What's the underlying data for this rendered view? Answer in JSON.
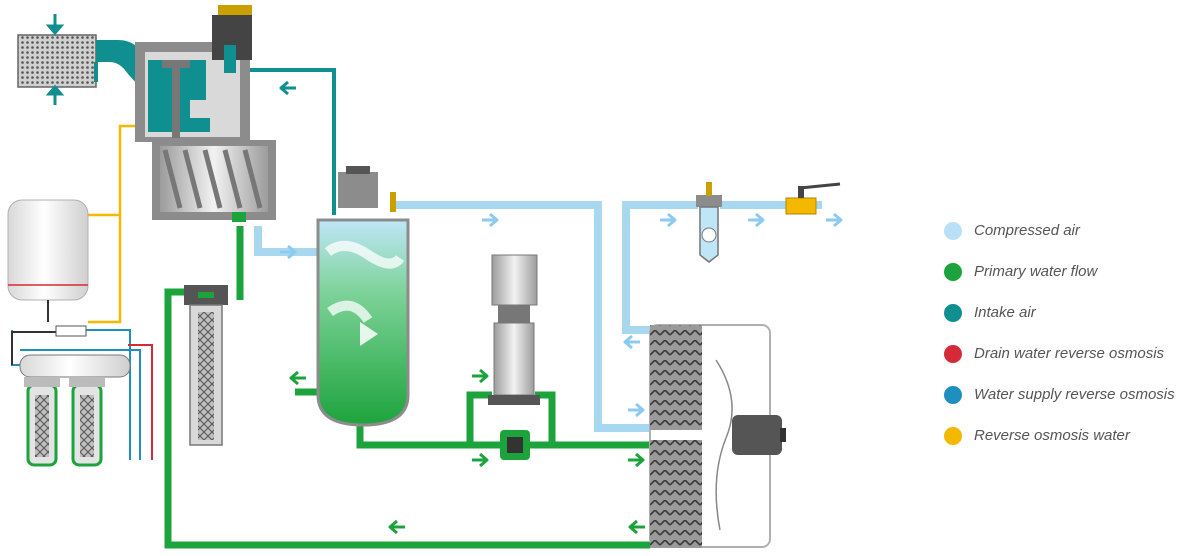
{
  "legend": {
    "items": [
      {
        "label": "Compressed air",
        "color": "#b9e0f5"
      },
      {
        "label": "Primary water flow",
        "color": "#1da33c"
      },
      {
        "label": "Intake air",
        "color": "#0f8f8f"
      },
      {
        "label": "Drain water reverse osmosis",
        "color": "#d42b36"
      },
      {
        "label": "Water supply reverse osmosis",
        "color": "#1f8fbf"
      },
      {
        "label": "Reverse osmosis water",
        "color": "#f5b800"
      }
    ]
  },
  "colors": {
    "compressed_air_pipe": "#a7d8f0",
    "compressed_air_arrow": "#8ccbef",
    "primary_water": "#1da33c",
    "intake_air": "#0f8f8f",
    "drain_water": "#d42b36",
    "water_supply": "#1f8fbf",
    "ro_water": "#f5b800",
    "housing_gray": "#8c8c8c",
    "housing_light": "#d9d9d9",
    "dark_metal": "#444444"
  },
  "icons": {
    "intake_filter": "air-intake-filter-icon",
    "compressor": "screw-compressor-icon",
    "separator": "water-separator-tank-icon",
    "pump": "water-pump-icon",
    "cooler": "cooler-fan-icon",
    "ro_unit": "reverse-osmosis-unit-icon",
    "pressure_tank": "pressure-tank-icon",
    "valve": "ball-valve-icon"
  }
}
